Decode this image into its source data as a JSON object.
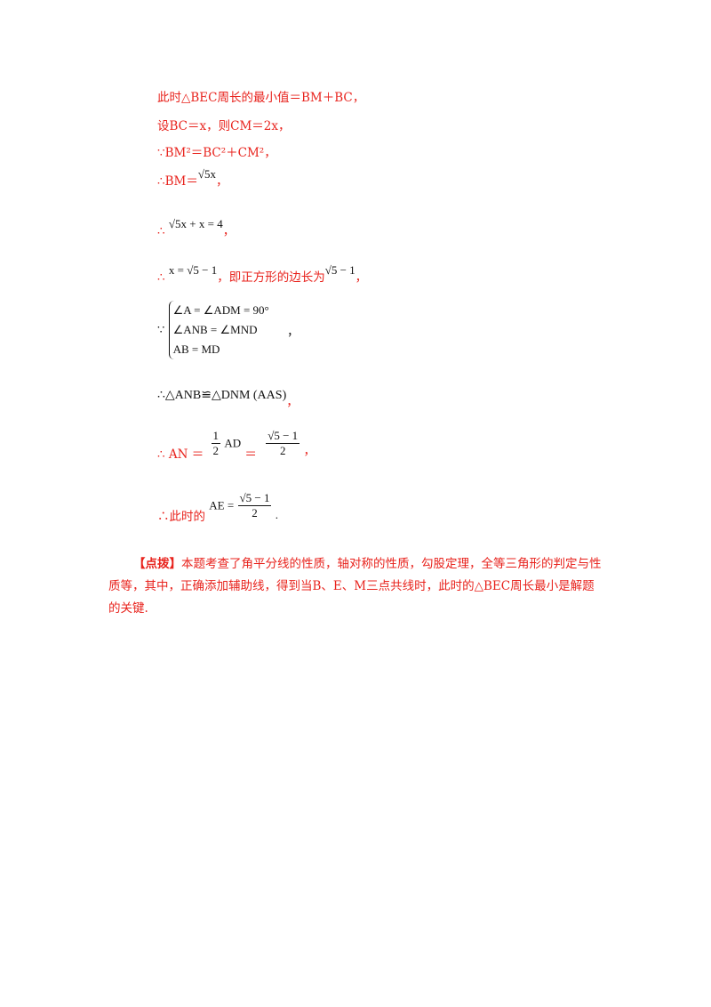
{
  "lines": {
    "l1": "此时△BEC周长的最小值＝BM＋BC，",
    "l2": "设BC＝x，则CM＝2x，",
    "l3": "∵BM²＝BC²＋CM²，",
    "l4_prefix": "∴BM＝",
    "l4_math": "√5x",
    "l4_suffix": "，",
    "l5_prefix": "∴",
    "l5_math": "√5x + x = 4",
    "l5_suffix": "，",
    "l6_prefix": "∴",
    "l6_math": "x = √5 − 1",
    "l6_mid": "，即正方形的边长为",
    "l6_math2": "√5 − 1",
    "l6_suffix": "，",
    "l7_because": "∵",
    "l7_row1": "∠A = ∠ADM = 90°",
    "l7_row2": "∠ANB = ∠MND",
    "l7_row3": "AB = MD",
    "l7_suffix": "，",
    "l8_math": "∴△ANB≌△DNM (AAS)",
    "l8_suffix": "，",
    "l9_prefix": "∴ AN ＝",
    "l9_frac1_num": "1",
    "l9_frac1_den": "2",
    "l9_ad": "AD",
    "l9_eq": "＝",
    "l9_frac2_num": "√5 − 1",
    "l9_frac2_den": "2",
    "l9_suffix": "，",
    "l10_prefix": "∴此时的",
    "l10_ae": "AE =",
    "l10_frac_num": "√5 − 1",
    "l10_frac_den": "2",
    "l10_suffix": "."
  },
  "comment": {
    "tag": "【点拨】",
    "text": "本题考查了角平分线的性质，轴对称的性质，勾股定理，全等三角形的判定与性质等，其中，正确添加辅助线，得到当B、E、M三点共线时，此时的△BEC周长最小是解题的关键."
  },
  "colors": {
    "accent": "#e8231d",
    "text": "#111111"
  }
}
